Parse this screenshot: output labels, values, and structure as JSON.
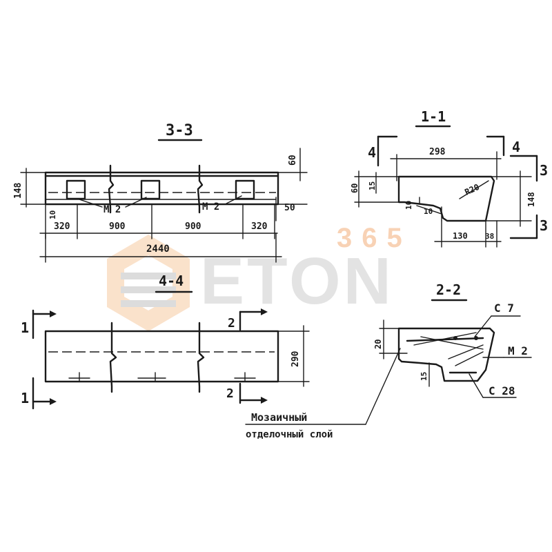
{
  "watermark": {
    "number": "365",
    "brand": "ETON",
    "colors": {
      "gray": "#d9d9d9",
      "orange": "#f7caa0"
    }
  },
  "section_3_3": {
    "title": "3-3",
    "dims": {
      "height": "148",
      "top_right": "60",
      "bottom_right": "50",
      "left_small": "10",
      "seg1": "320",
      "seg2": "900",
      "seg3": "900",
      "seg4": "320",
      "total": "2440"
    },
    "labels": {
      "m2_left": "M 2",
      "m2_right": "M 2"
    }
  },
  "section_1_1": {
    "title": "1-1",
    "dims": {
      "width": "298",
      "left_outer": "60",
      "left_inner": "15",
      "radius": "R20",
      "step": "10",
      "step_w": "10",
      "height": "148",
      "bottom": "130",
      "bottom_right": "38"
    },
    "cut_marks": {
      "left_top": "4",
      "right_top": "4",
      "right_upper": "3",
      "right_lower": "3"
    }
  },
  "section_4_4": {
    "title": "4-4",
    "dims": {
      "height": "290"
    },
    "cut_marks": {
      "left_top": "1",
      "left_bottom": "1",
      "right_top": "2",
      "right_bottom": "2"
    }
  },
  "section_2_2": {
    "title": "2-2",
    "dims": {
      "top": "20",
      "side": "15"
    },
    "labels": {
      "c7": "C 7",
      "m2": "M 2",
      "c28": "C 28"
    }
  },
  "note": {
    "line1": "Мозаичный",
    "line2": "отделочный слой"
  }
}
